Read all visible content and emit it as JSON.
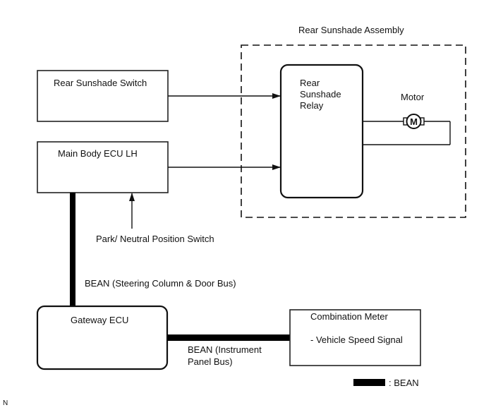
{
  "diagram": {
    "assembly_title": "Rear Sunshade Assembly",
    "blocks": {
      "rear_sunshade_switch": "Rear Sunshade Switch",
      "main_body_ecu": "Main Body ECU LH",
      "rear_sunshade_relay": "Rear\nSunshade\nRelay",
      "gateway_ecu": "Gateway ECU",
      "combination_meter": "Combination Meter",
      "combination_meter_signal": "- Vehicle Speed Signal"
    },
    "motor": {
      "label": "Motor",
      "symbol": "M"
    },
    "labels": {
      "park_neutral": "Park/ Neutral Position Switch",
      "bean_steering": "BEAN (Steering Column & Door Bus)",
      "bean_instrument": "BEAN (Instrument\nPanel Bus)"
    },
    "legend": {
      "text": ": BEAN"
    },
    "corner_mark": "N"
  }
}
